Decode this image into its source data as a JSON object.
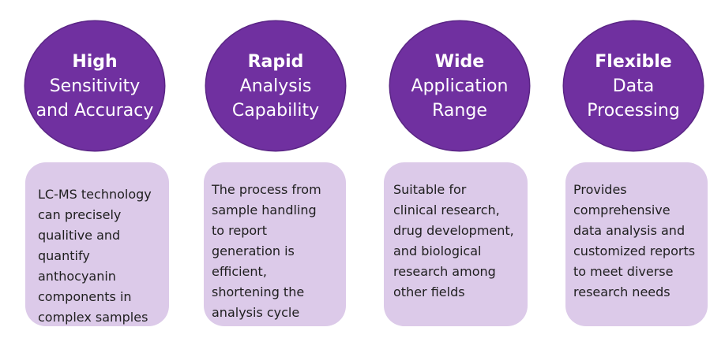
{
  "features": [
    {
      "title_line1": "High",
      "title_line2": "Sensitivity",
      "title_line3": "and Accuracy",
      "desc": [
        "LC-MS technology",
        "can precisely",
        "qualitive and",
        "quantify",
        "anthocyanin",
        "components in",
        "complex samples"
      ]
    },
    {
      "title_line1": "Rapid",
      "title_line2": "Analysis",
      "title_line3": "Capability",
      "desc": [
        "The process from",
        "sample handling",
        "to report",
        "generation is",
        "efficient,",
        "shortening the",
        "analysis cycle"
      ]
    },
    {
      "title_line1": "Wide",
      "title_line2": "Application",
      "title_line3": "Range",
      "desc": [
        "Suitable for",
        "clinical research,",
        "drug development,",
        "and biological",
        "research among",
        "other fields"
      ]
    },
    {
      "title_line1": "Flexible",
      "title_line2": "Data",
      "title_line3": "Processing",
      "desc": [
        "Provides",
        "comprehensive",
        "data analysis and",
        "customized reports",
        "to meet diverse",
        "research needs"
      ]
    }
  ],
  "colors": {
    "circle": "#7030a0",
    "card": "#dccae9",
    "text": "#202020"
  }
}
